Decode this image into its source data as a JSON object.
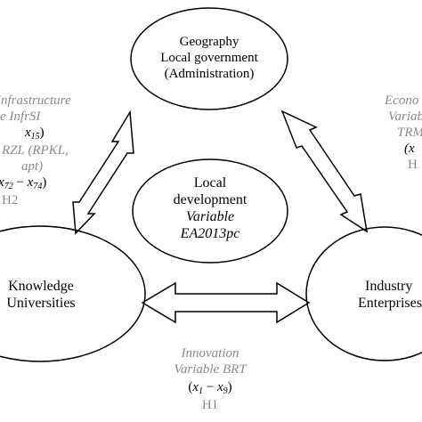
{
  "nodes": {
    "geography": {
      "line1": "Geography",
      "line2": "Local government",
      "line3": "(Administration)"
    },
    "local_development": {
      "line1": "Local",
      "line2": "development",
      "line3": "Variable",
      "line4": "EA2013pc"
    },
    "knowledge": {
      "line1": "Knowledge",
      "line2": "Universities"
    },
    "industry": {
      "line1": "Industry",
      "line2": "Enterprises"
    }
  },
  "annotations": {
    "infrastructure": {
      "line1": "Infrastructure",
      "line2": "e InfrSI",
      "line3_var": "x",
      "line3_sub": "15",
      "line3_close": ")",
      "line4": "RZL (RPKL,",
      "line5": "apt)",
      "line6_var_a": "x",
      "line6_sub_a": "72",
      "line6_dash": " − ",
      "line6_var_b": "x",
      "line6_sub_b": "74",
      "line6_close": ")",
      "line7": "H2"
    },
    "economic": {
      "line1": "Econo",
      "line2": "Variab",
      "line3": "TRM",
      "line4": "(x",
      "line5": "H"
    },
    "innovation": {
      "line1": "Innovation",
      "line2": "Variable BRT",
      "line3_open": "(",
      "line3_var_a": "x",
      "line3_sub_a": "1",
      "line3_dash": " − ",
      "line3_var_b": "x",
      "line3_sub_b": "9",
      "line3_close": ")",
      "line4": "H1"
    }
  },
  "colors": {
    "stroke": "#000000",
    "annotation_text": "#8a8a8a",
    "background": "#ffffff"
  }
}
